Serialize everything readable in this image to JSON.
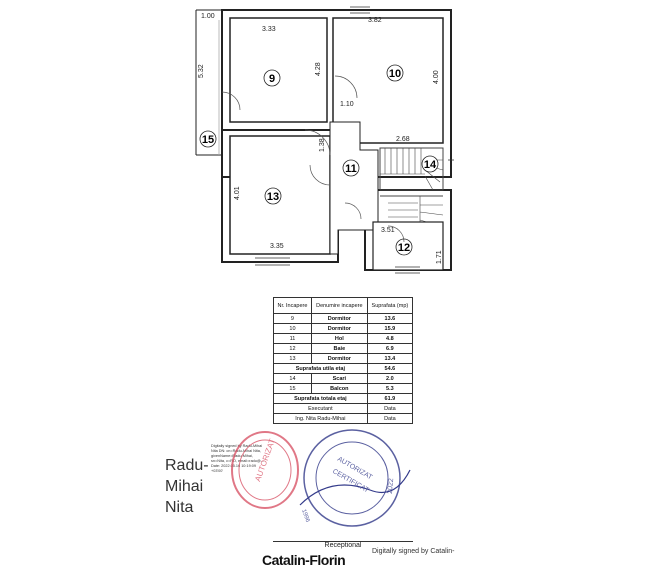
{
  "plan": {
    "dimensions": {
      "balcony_width": "1.00",
      "balcony_length": "5.32",
      "r9_width": "3.33",
      "r9_height": "4.28",
      "r10_width": "3.82",
      "r10_height": "4.00",
      "hall_width": "1.10",
      "stair_width": "2.68",
      "hall_height": "1.38",
      "r13_height": "4.01",
      "r13_width": "3.35",
      "r12_width": "3.51",
      "r12_height": "1.71"
    },
    "room_labels": [
      "9",
      "10",
      "11",
      "12",
      "13",
      "14",
      "15"
    ]
  },
  "table": {
    "headers": [
      "Nr. Incapere",
      "Denumire incapere",
      "Suprafata (mp)"
    ],
    "rows": [
      {
        "nr": "9",
        "name": "Dormitor",
        "area": "13.6"
      },
      {
        "nr": "10",
        "name": "Dormitor",
        "area": "15.9"
      },
      {
        "nr": "11",
        "name": "Hol",
        "area": "4.8"
      },
      {
        "nr": "12",
        "name": "Baie",
        "area": "6.9"
      },
      {
        "nr": "13",
        "name": "Dormitor",
        "area": "13.4"
      }
    ],
    "util_label": "Suprafata utila etaj",
    "util_value": "54.6",
    "extra_rows": [
      {
        "nr": "14",
        "name": "Scari",
        "area": "2.0"
      },
      {
        "nr": "15",
        "name": "Balcon",
        "area": "5.3"
      }
    ],
    "total_label": "Suprafata totala etaj",
    "total_value": "61.9",
    "executant_label": "Executant",
    "data_label": "Data",
    "executant_name": "Ing. Nita Radu-Mihai"
  },
  "signature": {
    "name_line1": "Radu-",
    "name_line2": "Mihai",
    "name_line3": "Nita",
    "digital_note": "Digitally signed by Radu-Mihai Nita DN: cn=Radu-Mihai Nita, givenName=Radu-Mihai, sn=Nita, c=RO, email=radu@... Date: 2022.05.16 10:19:09 +03'00'"
  },
  "stamp": {
    "year": "2022",
    "lines": [
      "AUTORIZAT",
      "CERTIFICAT",
      "1996"
    ]
  },
  "footer": {
    "receptional": "Receptional",
    "partial_name": "Catalin-Florin",
    "digital_signed": "Digitally signed by Catalin-"
  }
}
